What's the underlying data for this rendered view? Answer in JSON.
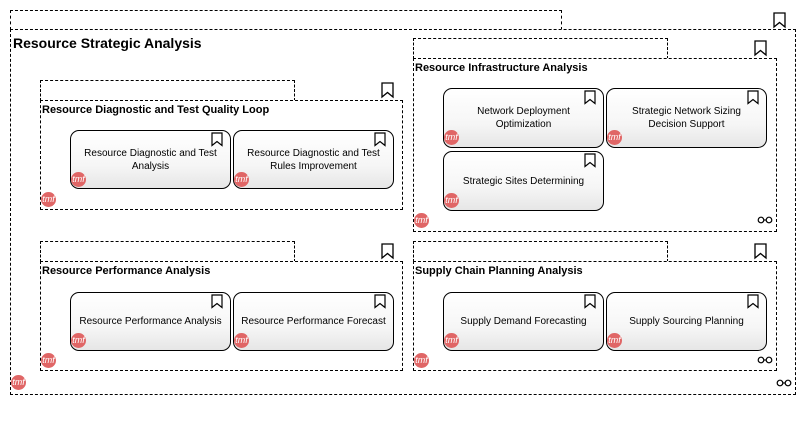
{
  "diagram": {
    "root": {
      "title": "Resource Strategic Analysis",
      "badge": "tmf"
    },
    "groups": [
      {
        "id": "diagnostic",
        "title": "Resource Diagnostic and Test Quality Loop",
        "badge": "tmf",
        "capabilities": [
          {
            "label": "Resource Diagnostic and Test Analysis",
            "badge": "tmf"
          },
          {
            "label": "Resource Diagnostic and Test Rules Improvement",
            "badge": "tmf"
          }
        ]
      },
      {
        "id": "infrastructure",
        "title": "Resource Infrastructure Analysis",
        "badge": "tmf",
        "capabilities": [
          {
            "label": "Network Deployment Optimization",
            "badge": "tmf"
          },
          {
            "label": "Strategic Network Sizing Decision Support",
            "badge": "tmf"
          },
          {
            "label": "Strategic Sites Determining",
            "badge": "tmf"
          }
        ]
      },
      {
        "id": "performance",
        "title": "Resource Performance Analysis",
        "badge": "tmf",
        "capabilities": [
          {
            "label": "Resource Performance Analysis",
            "badge": "tmf"
          },
          {
            "label": "Resource Performance Forecast",
            "badge": "tmf"
          }
        ]
      },
      {
        "id": "supply",
        "title": "Supply Chain Planning Analysis",
        "badge": "tmf",
        "capabilities": [
          {
            "label": "Supply Demand Forecasting",
            "badge": "tmf"
          },
          {
            "label": "Supply Sourcing Planning",
            "badge": "tmf"
          }
        ]
      }
    ]
  },
  "icons": {
    "bookmark": "bookmark-icon",
    "chain": "chain-link-icon",
    "badge": "tmf-badge"
  }
}
